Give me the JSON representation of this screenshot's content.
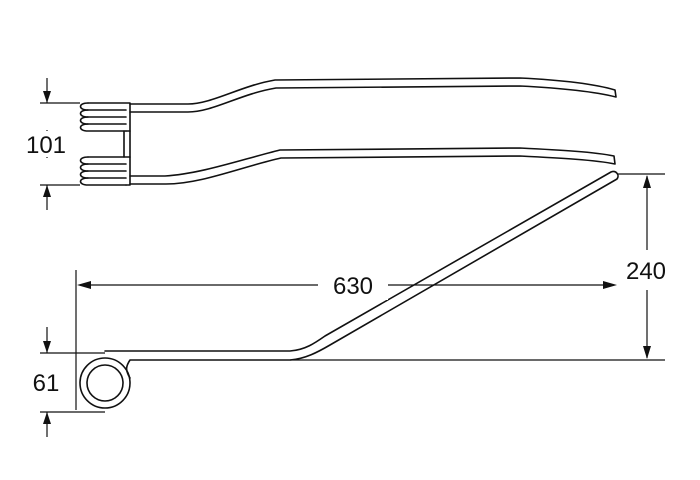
{
  "colors": {
    "line": "#111111",
    "background": "#ffffff"
  },
  "dimensions": {
    "coil_width": "101",
    "total_length": "630",
    "height": "240",
    "coil_diameter": "61"
  }
}
